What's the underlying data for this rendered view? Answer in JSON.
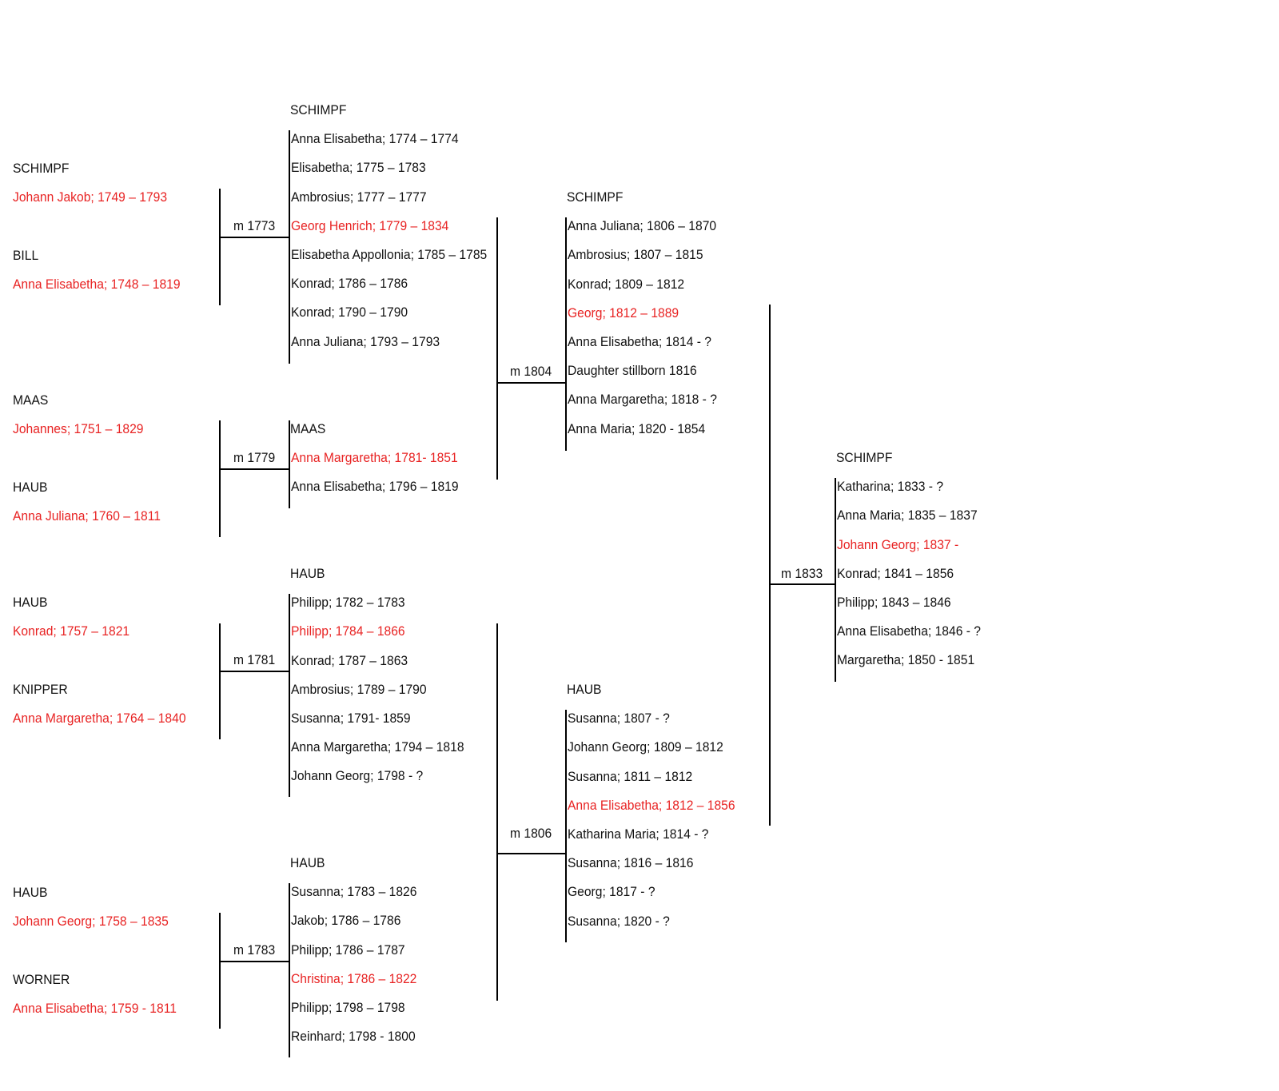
{
  "colors": {
    "highlight": "#e82323",
    "normal": "#111111",
    "line": "#000000"
  },
  "ancestors": [
    {
      "surname": "SCHIMPF",
      "person": "Johann Jakob; 1749 – 1793"
    },
    {
      "surname": "BILL",
      "person": "Anna Elisabetha; 1748 – 1819"
    },
    {
      "surname": "MAAS",
      "person": "Johannes; 1751 – 1829"
    },
    {
      "surname": "HAUB",
      "person": "Anna Juliana; 1760 – 1811"
    },
    {
      "surname": "HAUB",
      "person": "Konrad; 1757 – 1821"
    },
    {
      "surname": "KNIPPER",
      "person": "Anna Margaretha; 1764 – 1840"
    },
    {
      "surname": "HAUB",
      "person": "Johann Georg; 1758 – 1835"
    },
    {
      "surname": "WORNER",
      "person": "Anna Elisabetha; 1759 - 1811"
    }
  ],
  "marriages": {
    "m1773": "m 1773",
    "m1779": "m 1779",
    "m1781": "m 1781",
    "m1783": "m 1783",
    "m1804": "m 1804",
    "m1806": "m 1806",
    "m1833": "m 1833"
  },
  "families": [
    {
      "surname": "SCHIMPF",
      "children": [
        {
          "text": "Anna Elisabetha; 1774 – 1774",
          "direct": false
        },
        {
          "text": "Elisabetha; 1775 – 1783",
          "direct": false
        },
        {
          "text": "Ambrosius; 1777 – 1777",
          "direct": false
        },
        {
          "text": "Georg Henrich; 1779 – 1834",
          "direct": true
        },
        {
          "text": "Elisabetha Appollonia; 1785 – 1785",
          "direct": false
        },
        {
          "text": "Konrad; 1786 – 1786",
          "direct": false
        },
        {
          "text": "Konrad; 1790 – 1790",
          "direct": false
        },
        {
          "text": "Anna Juliana; 1793 – 1793",
          "direct": false
        }
      ]
    },
    {
      "surname": "MAAS",
      "children": [
        {
          "text": "Anna Margaretha; 1781- 1851",
          "direct": true
        },
        {
          "text": "Anna Elisabetha; 1796 – 1819",
          "direct": false
        }
      ]
    },
    {
      "surname": "HAUB",
      "children": [
        {
          "text": "Philipp; 1782 – 1783",
          "direct": false
        },
        {
          "text": "Philipp; 1784 – 1866",
          "direct": true
        },
        {
          "text": "Konrad; 1787 – 1863",
          "direct": false
        },
        {
          "text": "Ambrosius; 1789 – 1790",
          "direct": false
        },
        {
          "text": "Susanna; 1791- 1859",
          "direct": false
        },
        {
          "text": "Anna Margaretha; 1794 – 1818",
          "direct": false
        },
        {
          "text": "Johann Georg; 1798 - ?",
          "direct": false
        }
      ]
    },
    {
      "surname": "HAUB",
      "children": [
        {
          "text": "Susanna; 1783 – 1826",
          "direct": false
        },
        {
          "text": "Jakob; 1786 – 1786",
          "direct": false
        },
        {
          "text": "Philipp; 1786 – 1787",
          "direct": false
        },
        {
          "text": "Christina; 1786 – 1822",
          "direct": true
        },
        {
          "text": "Philipp; 1798 – 1798",
          "direct": false
        },
        {
          "text": "Reinhard; 1798 - 1800",
          "direct": false
        }
      ]
    },
    {
      "surname": "SCHIMPF",
      "children": [
        {
          "text": "Anna Juliana; 1806 – 1870",
          "direct": false
        },
        {
          "text": "Ambrosius; 1807 – 1815",
          "direct": false
        },
        {
          "text": "Konrad; 1809 – 1812",
          "direct": false
        },
        {
          "text": "Georg; 1812 – 1889",
          "direct": true
        },
        {
          "text": "Anna Elisabetha; 1814 - ?",
          "direct": false
        },
        {
          "text": "Daughter stillborn 1816",
          "direct": false
        },
        {
          "text": "Anna Margaretha; 1818 - ?",
          "direct": false
        },
        {
          "text": "Anna Maria; 1820 - 1854",
          "direct": false
        }
      ]
    },
    {
      "surname": "HAUB",
      "children": [
        {
          "text": "Susanna; 1807 - ?",
          "direct": false
        },
        {
          "text": "Johann Georg; 1809 – 1812",
          "direct": false
        },
        {
          "text": "Susanna; 1811 – 1812",
          "direct": false
        },
        {
          "text": "Anna Elisabetha; 1812 – 1856",
          "direct": true
        },
        {
          "text": "Katharina Maria; 1814 - ?",
          "direct": false
        },
        {
          "text": "Susanna; 1816 – 1816",
          "direct": false
        },
        {
          "text": "Georg; 1817 - ?",
          "direct": false
        },
        {
          "text": "Susanna; 1820 - ?",
          "direct": false
        }
      ]
    },
    {
      "surname": "SCHIMPF",
      "children": [
        {
          "text": "Katharina; 1833 - ?",
          "direct": false
        },
        {
          "text": "Anna Maria; 1835 – 1837",
          "direct": false
        },
        {
          "text": "Johann Georg; 1837 -",
          "direct": true
        },
        {
          "text": "Konrad; 1841 – 1856",
          "direct": false
        },
        {
          "text": "Philipp; 1843 – 1846",
          "direct": false
        },
        {
          "text": "Anna Elisabetha; 1846 - ?",
          "direct": false
        },
        {
          "text": "Margaretha; 1850 - 1851",
          "direct": false
        }
      ]
    }
  ]
}
